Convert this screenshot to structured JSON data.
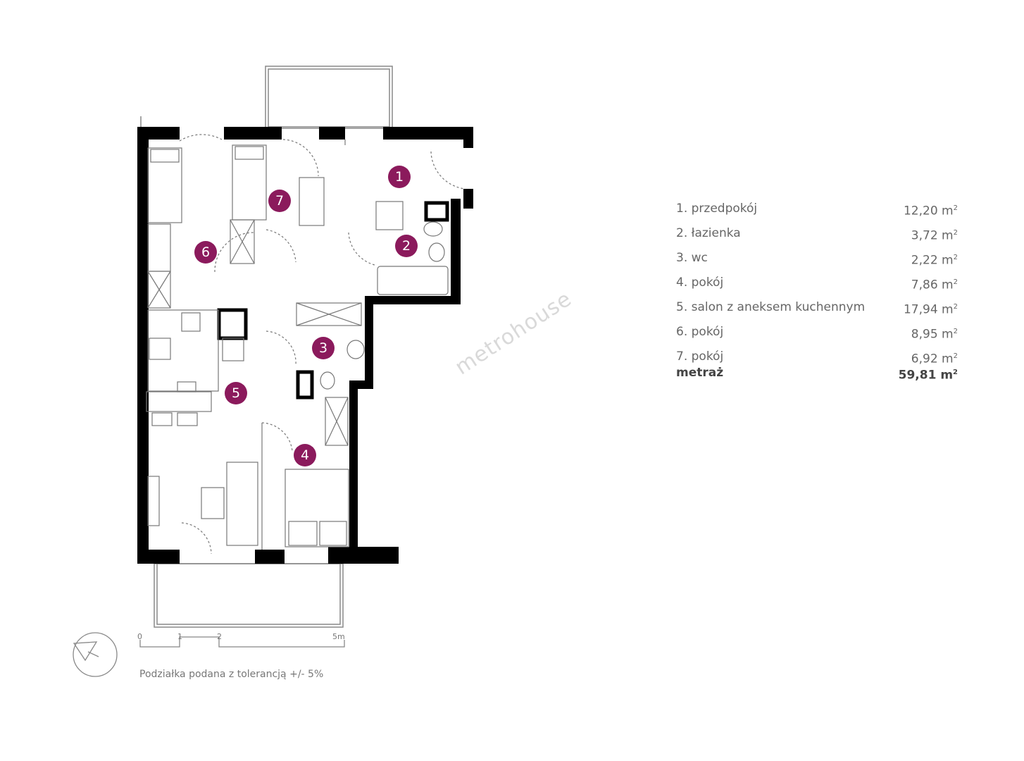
{
  "watermark": "metrohouse",
  "colors": {
    "marker": "#8b1a5c",
    "wall": "#000000",
    "line": "#777777"
  },
  "markers": [
    "1",
    "2",
    "3",
    "4",
    "5",
    "6",
    "7"
  ],
  "rooms": [
    {
      "label": "1. przedpokój",
      "area": "12,20 m",
      "unit_exp": "2"
    },
    {
      "label": "2. łazienka",
      "area": "3,72 m",
      "unit_exp": "2"
    },
    {
      "label": "3. wc",
      "area": "2,22 m",
      "unit_exp": "2"
    },
    {
      "label": "4. pokój",
      "area": "7,86 m",
      "unit_exp": "2"
    },
    {
      "label": "5. salon z aneksem kuchennym",
      "area": "17,94 m",
      "unit_exp": "2"
    },
    {
      "label": "6. pokój",
      "area": "8,95 m",
      "unit_exp": "2"
    },
    {
      "label": "7. pokój",
      "area": "6,92 m",
      "unit_exp": "2"
    }
  ],
  "total": {
    "label": "metraż",
    "area": "59,81 m",
    "unit_exp": "2"
  },
  "scale": {
    "ticks": [
      "0",
      "1",
      "2",
      "5m"
    ],
    "caption": "Podziałka podana z tolerancją +/- 5%"
  }
}
